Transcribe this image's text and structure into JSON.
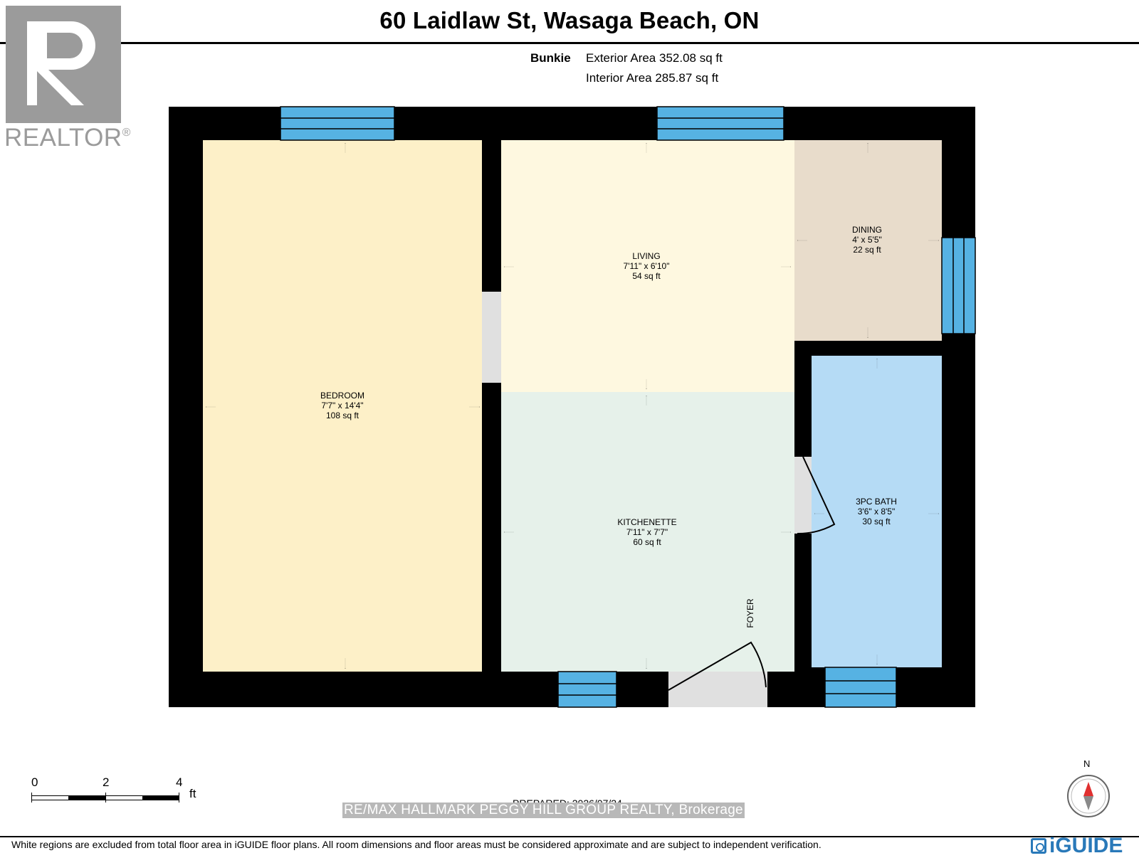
{
  "header": {
    "title": "60 Laidlaw St, Wasaga Beach, ON",
    "building_label": "Bunkie",
    "exterior_area": "Exterior Area 352.08 sq ft",
    "interior_area": "Interior Area 285.87 sq ft"
  },
  "logo": {
    "realtor_text": "REALTOR",
    "registered_mark": "®"
  },
  "rooms": {
    "bedroom": {
      "name": "BEDROOM",
      "dims": "7'7\" x 14'4\"",
      "area": "108 sq ft"
    },
    "living": {
      "name": "LIVING",
      "dims": "7'11\" x 6'10\"",
      "area": "54 sq ft"
    },
    "dining": {
      "name": "DINING",
      "dims": "4' x 5'5\"",
      "area": "22 sq ft"
    },
    "kitchenette": {
      "name": "KITCHENETTE",
      "dims": "7'11\" x 7'7\"",
      "area": "60 sq ft"
    },
    "bath": {
      "name": "3PC BATH",
      "dims": "3'6\" x 8'5\"",
      "area": "30 sq ft"
    },
    "foyer": {
      "name": "FOYER"
    }
  },
  "scale_bar": {
    "ticks": [
      "0",
      "2",
      "4"
    ],
    "unit": "ft"
  },
  "footer": {
    "prepared": "PREPARED: 2026/07/24",
    "brokerage": "RE/MAX HALLMARK PEGGY HILL GROUP REALTY, Brokerage",
    "compass_north": "N",
    "disclaimer": "White regions are excluded from total floor area in iGUIDE floor plans. All room dimensions and floor areas must be considered approximate and are subject to independent verification.",
    "brand": "iGUIDE"
  },
  "colors": {
    "wall": "#000000",
    "window": "#56b2e3",
    "bedroom": "#fdf0c8",
    "living": "#fef8e0",
    "dining": "#e8dccb",
    "kitchenette": "#e6f1ea",
    "bath": "#b5dbf5",
    "door_opening": "#e0e0e0",
    "realtor_gray": "#9b9b9b",
    "iguide_blue": "#2979b9"
  }
}
